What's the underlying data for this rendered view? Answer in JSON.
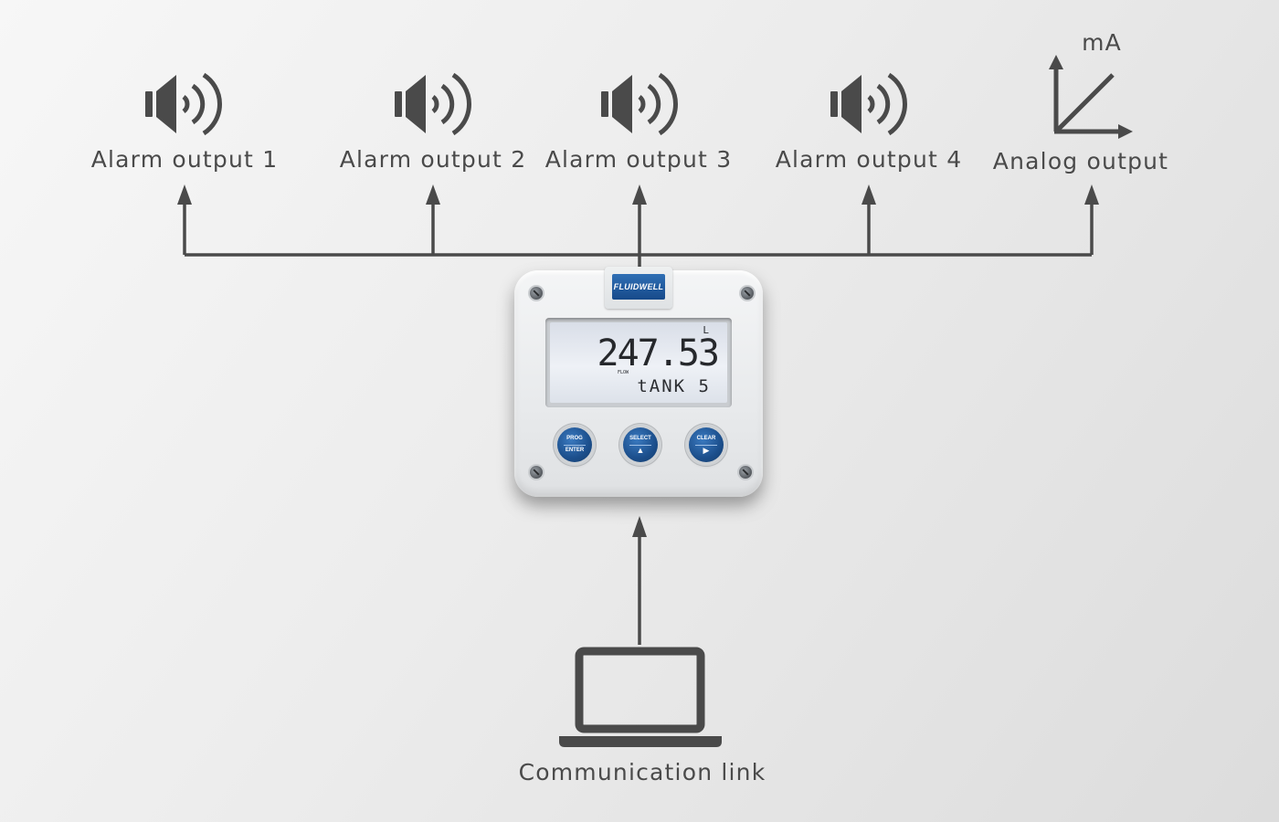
{
  "outputs": {
    "alarm1": "Alarm output 1",
    "alarm2": "Alarm output 2",
    "alarm3": "Alarm output 3",
    "alarm4": "Alarm output 4",
    "analog": "Analog output",
    "analog_unit": "mA"
  },
  "device": {
    "brand": "FLUIDWELL",
    "display_value": "247.53",
    "display_unit": "L",
    "display_text": "tANK 5",
    "display_tag": "FLOW",
    "buttons": [
      {
        "top": "PROG",
        "bottom": "ENTER"
      },
      {
        "top": "SELECT",
        "symbol": "▲"
      },
      {
        "top": "CLEAR",
        "symbol": "▶"
      }
    ]
  },
  "input": {
    "label": "Communication link"
  },
  "colors": {
    "line": "#4a4a4a",
    "icon": "#4a4a4a",
    "button": "#1c4f8c",
    "logo": "#174a8a"
  }
}
